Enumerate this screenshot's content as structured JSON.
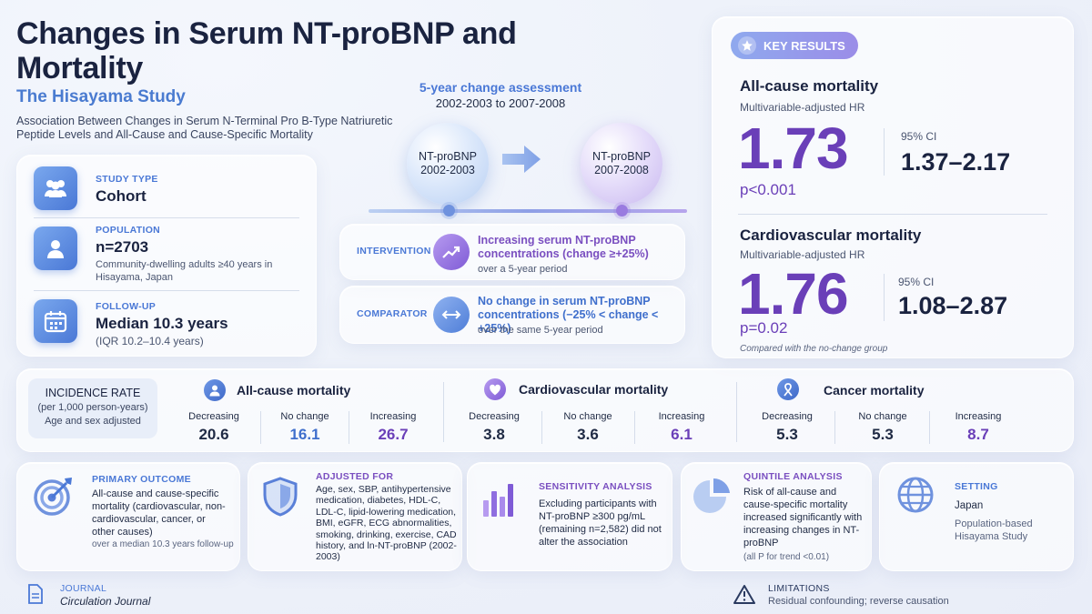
{
  "header": {
    "title": "Changes in Serum NT-proBNP and Mortality",
    "subtitle": "The Hisayama Study",
    "description": "Association Between Changes in Serum N-Terminal Pro B-Type Natriuretic Peptide Levels and All-Cause and Cause-Specific Mortality"
  },
  "study": {
    "type_label": "STUDY TYPE",
    "type_value": "Cohort",
    "pop_label": "POPULATION",
    "pop_value": "n=2703",
    "pop_note": "Community-dwelling adults ≥40 years in Hisayama, Japan",
    "fu_label": "FOLLOW-UP",
    "fu_value": "Median 10.3 years",
    "fu_note": "(IQR 10.2–10.4 years)"
  },
  "assessment": {
    "title": "5-year change assessment",
    "period": "2002-2003 to 2007-2008",
    "left_sphere": "NT-proBNP 2002-2003",
    "right_sphere": "NT-proBNP 2007-2008",
    "intervention_label": "INTERVENTION",
    "intervention_main": "Increasing serum NT-proBNP concentrations (change ≥+25%)",
    "intervention_note": "over a 5-year period",
    "comparator_label": "COMPARATOR",
    "comparator_main": "No change in serum NT-proBNP concentrations (−25% < change < +25%)",
    "comparator_note": "over the same 5-year period"
  },
  "key_results": {
    "pill": "KEY RESULTS",
    "all_title": "All-cause mortality",
    "all_sub": "Multivariable-adjusted HR",
    "all_hr": "1.73",
    "all_p": "p<0.001",
    "all_ci_label": "95% CI",
    "all_ci": "1.37–2.17",
    "cv_title": "Cardiovascular mortality",
    "cv_sub": "Multivariable-adjusted HR",
    "cv_hr": "1.76",
    "cv_p": "p=0.02",
    "cv_ci_label": "95% CI",
    "cv_ci": "1.08–2.87",
    "footnote": "Compared with the no-change group"
  },
  "incidence": {
    "title": "INCIDENCE RATE",
    "unit": "(per 1,000 person-years)",
    "adjust": "Age and sex adjusted",
    "groups": [
      {
        "name": "All-cause mortality",
        "labels": [
          "Decreasing",
          "No change",
          "Increasing"
        ],
        "values": [
          "20.6",
          "16.1",
          "26.7"
        ]
      },
      {
        "name": "Cardiovascular mortality",
        "labels": [
          "Decreasing",
          "No change",
          "Increasing"
        ],
        "values": [
          "3.8",
          "3.6",
          "6.1"
        ]
      },
      {
        "name": "Cancer mortality",
        "labels": [
          "Decreasing",
          "No change",
          "Increasing"
        ],
        "values": [
          "5.3",
          "5.3",
          "8.7"
        ]
      }
    ]
  },
  "bottom": {
    "primary_label": "PRIMARY OUTCOME",
    "primary_text": "All-cause and cause-specific mortality (cardiovascular, non-cardiovascular, cancer, or other causes)",
    "primary_note": "over a median 10.3 years follow-up",
    "adjusted_label": "ADJUSTED FOR",
    "adjusted_text": "Age, sex, SBP, antihypertensive medication, diabetes, HDL-C, LDL-C, lipid-lowering medication, BMI, eGFR, ECG abnormalities, smoking, drinking, exercise, CAD history, and ln-NT-proBNP (2002-2003)",
    "sens_label": "SENSITIVITY ANALYSIS",
    "sens_text": "Excluding participants with NT-proBNP ≥300 pg/mL (remaining n=2,582) did not alter the association",
    "quint_label": "QUINTILE ANALYSIS",
    "quint_text": "Risk of all-cause and cause-specific mortality increased significantly with increasing changes in NT-proBNP",
    "quint_note": "(all P for trend <0.01)",
    "setting_label": "SETTING",
    "setting_value": "Japan",
    "setting_note": "Population-based Hisayama Study"
  },
  "footer": {
    "journal_label": "JOURNAL",
    "journal_value": "Circulation Journal",
    "limit_label": "LIMITATIONS",
    "limit_value": "Residual confounding; reverse causation"
  },
  "colors": {
    "blue": "#4a78d6",
    "purple": "#6a3fb8",
    "navy": "#1a2340"
  }
}
